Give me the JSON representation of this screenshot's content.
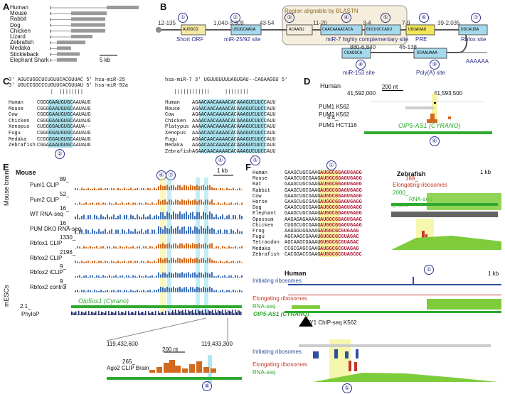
{
  "panels": {
    "a": "A",
    "b": "B",
    "c": "C",
    "d": "D",
    "e": "E",
    "f": "F"
  },
  "panel_a": {
    "species": [
      "Human",
      "Mouse",
      "Rabbit",
      "Dog",
      "Chicken",
      "Lizard",
      "Zebrafish",
      "Medaka",
      "Stickleback",
      "Elephant Shark"
    ],
    "scale": "5 kb"
  },
  "panel_b": {
    "region_title": "Region alignable by BLASTN",
    "gaps": [
      "12-135",
      "1,040-3,009",
      "43-54",
      "11-20",
      "3-4",
      "7-9",
      "39-2,035",
      "880-6,840",
      "46-138"
    ],
    "boxes": [
      "AUGGCG",
      "UGUGCAAUA",
      "ACAAGU",
      "CAACAAAACACA",
      "GUCUUCCAUU",
      "UGUAUAG",
      "UGCAUGA",
      "CUAUGCA",
      "GCAAUAAA"
    ],
    "numbers": [
      "①",
      "②",
      "③",
      "④",
      "⑤",
      "⑥",
      "⑦",
      "⑧",
      "⑨"
    ],
    "labels": [
      "Short ORF",
      "miR-25/92 site",
      "miR-7 highly complementary site",
      "PRE",
      "Rbfox site",
      "miR-153 site",
      "Poly(A) site"
    ],
    "polyA": "AAAAAA"
  },
  "panel_c": {
    "left_mirs": [
      "3' AGUCUGGCUCUGUUCACGUUAC 5' hsa-miR-25",
      "3' UGUCCGGCCCUGUUCACGUUAU 5' hsa-miR-92a"
    ],
    "left_bars": "              |  ||||||||",
    "left_species": [
      "Human",
      "Mouse",
      "Cow",
      "Chicken",
      "Xenopus",
      "Fugu",
      "Medaka",
      "Zebrafish"
    ],
    "left_seqs": [
      "CGGGGAAUGUGCAAUAUG",
      "CGGGGAAUGUGCAAUAUG",
      "CGGGGAAUGUGCAAUAUG",
      "CGGGGAAUGUGCAAUAUG",
      "CUGGGGAUGUGCAAUA--",
      "CGGGGGAUGUGCAAUAUG",
      "CCGGGGAUGUGCAAUAUG",
      "CGGAAAAUGUGCAAUAUG"
    ],
    "left_num": "②",
    "right_mir": "hsa-miR-7 3' UGUUGUUUUAGUGAU--CAGAAGGU 5'",
    "right_bars": "   ||||||||||||     ||||||||",
    "right_species": [
      "Human",
      "Mouse",
      "Cow",
      "Chicken",
      "Platypus",
      "Xenopus",
      "Fugu",
      "Medaka",
      "Zebrafish"
    ],
    "right_seqs": [
      "AGAACAACAAAACACAAAGUCUUCCAUU",
      "AGAACAACAAAACACAAAGUCUUCCAUU",
      "AGAACAACAAAACACAAAGUCUUCCAUU",
      "AAAACAACAAAACACAAAGUCUUCCAUU",
      "AAAACAACAAAACACAAAGUCUUCCAUU",
      "AAAACAACAAAACACAAAGUCUUCCAUU",
      "AGAACAACAAAACACAAAGUCUUCCAUU",
      "AAAACAACAAAACACAAAGUCUUCCAUU",
      "AGAACAACAAAACACAAAGUCUUCCAUU"
    ],
    "right_nums": [
      "④",
      "⑤"
    ]
  },
  "panel_d": {
    "species": "Human",
    "scale": "200 nt",
    "coord_left": "41,592,000",
    "coord_right": "41,593,500",
    "tracks": [
      "PUM1 K562",
      "PUM2 K562",
      "PUM1 HCT116"
    ],
    "value": "4.4_",
    "gene": "OIP5-AS1 (CYRANO)",
    "num": "⑥"
  },
  "panel_e": {
    "species": "Mouse",
    "scale": "1 kb",
    "nums_top": [
      "⑥",
      "⑦"
    ],
    "tracks": [
      {
        "name": "Pum1 CLIP",
        "max": "89_"
      },
      {
        "name": "Pum2 CLIP",
        "max": "52_"
      },
      {
        "name": "WT RNA-seq",
        "max": "16_"
      },
      {
        "name": "PUM DKO RNA-seq",
        "max": "16_"
      },
      {
        "name": "Rbfox1 CLIP",
        "max": "1330_"
      },
      {
        "name": "Rbfox2 CLIP",
        "max": "2196_"
      },
      {
        "name": "Rbfox2 iCLIP",
        "max": "9_"
      },
      {
        "name": "Rbfox2 control",
        "max": "9_"
      }
    ],
    "group_brain": "Mouse brain",
    "group_mesc": "mESCs",
    "gene": "Oip5os1 (Cyrano)",
    "phylop": "PhyloP",
    "phylop_max": "2.1_",
    "zoom_scale": "200 nt",
    "zoom_left": "119,432,600",
    "zoom_right": "119,433,300",
    "ago_max": "265_",
    "ago_label": "Ago2 CLIP Brain",
    "zoom_num": "⑧"
  },
  "panel_f": {
    "num_top": "①",
    "species": [
      "Human",
      "Mouse",
      "Rat",
      "Rabbit",
      "Cow",
      "Horse",
      "Dog",
      "Elephant",
      "Opossum",
      "Chicken",
      "Frog",
      "Fugu",
      "Tetraodon",
      "Medaka",
      "Zebrafish"
    ],
    "pre": [
      "GAAGCUGCGAAG",
      "GAAGCUGCGAAG",
      "GAAGCUGCGAAG",
      "GAAGCUGCGAAG",
      "GAAGCUGCGAAG",
      "GAAGCUGCGAAG",
      "GAAGCUGCGAAG",
      "GAAGCUGCGAAG",
      "AAGAGAGAAAAG",
      "CUGGCUGCGAAG",
      "AAGGGUGGAAAG",
      "AGCAAGCGAAAU",
      "AGCAAGCGAAAU",
      "CCGCGAGCGAAG",
      "CACGGACCGAAG"
    ],
    "orf": [
      "AUGGCGGAGUGAGG",
      "AUGGCGGAGUGAGG",
      "AUGGCGGAGUGAGG",
      "AUGGCGGAGUGAGG",
      "AUGGCGGAGUGAGG",
      "AUGGCGGAGUGAGG",
      "AUGGCGGAGUGAGG",
      "AUGGCGGAGUGAGG",
      "AUGGCGGAGUGAAG",
      "AUGGCGGAGUGAAG",
      "AUGGCGCGUGAAG",
      "GUGGCGCGUAGAC",
      "GUGGCGCGUAGAC",
      "AUGGCGCGUAGAG",
      "AUGGCGCGUAGCGC"
    ],
    "zebrafish": {
      "title": "Zebrafish",
      "scale": "1 kb",
      "tracks": [
        {
          "name": "Elongating ribosomes",
          "max": "189_"
        },
        {
          "name": "RNA-seq",
          "max": "2000_"
        }
      ],
      "gene": "cyrano",
      "num": "①"
    },
    "human": {
      "title": "Human",
      "scale": "1 kb",
      "tracks": [
        {
          "name": "Initiating ribosomes",
          "max": ""
        },
        {
          "name": "Elongating ribosomes",
          "max": ""
        },
        {
          "name": "RNA-seq",
          "max": ""
        }
      ],
      "gene": "OIP5-AS1 (CYRANO)",
      "chip": "YY1 ChIP-seq K562",
      "zoom_tracks": [
        "Initiating ribosomes",
        "Elongating ribosomes",
        "RNA-seq"
      ],
      "num": "①"
    }
  },
  "colors": {
    "gene_green": "#2eaa2e",
    "clip_orange": "#d2691e",
    "rnaseq_blue": "#3e6fb8",
    "highlight_cyan": "#7fd6e6",
    "highlight_yellow": "#f2f078",
    "number_navy": "#2b2f8a"
  }
}
